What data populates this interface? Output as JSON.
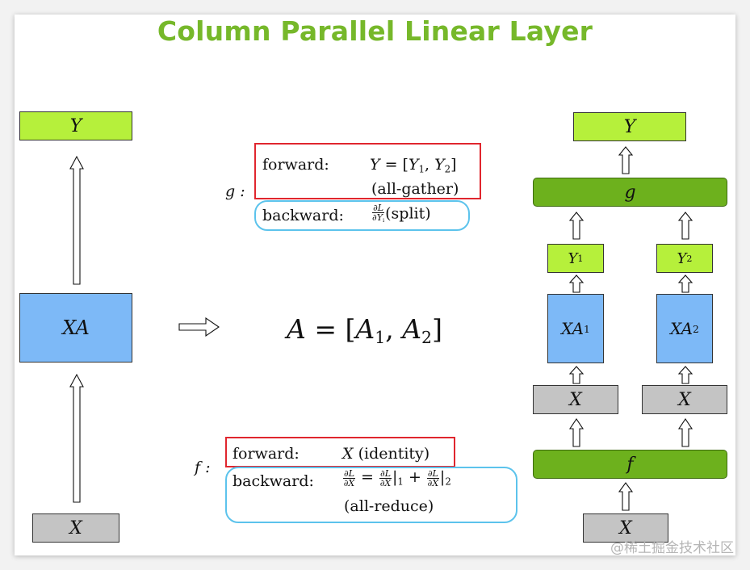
{
  "title": "Column Parallel Linear Layer",
  "left_stack": {
    "top": "Y",
    "middle": "XA",
    "bottom": "X"
  },
  "equation": {
    "lhs": "A",
    "rhs_1": "A",
    "rhs_1_sub": "1",
    "rhs_2": "A",
    "rhs_2_sub": "2"
  },
  "g_block": {
    "label": "g",
    "forward_label": "forward:",
    "forward_expr_lhs": "Y",
    "forward_expr_y1": "Y",
    "forward_expr_y1_sub": "1",
    "forward_expr_y2": "Y",
    "forward_expr_y2_sub": "2",
    "forward_note": "(all-gather)",
    "backward_label": "backward:",
    "backward_num": "∂L",
    "backward_den": "∂Y",
    "backward_den_sub": "i",
    "backward_note": "(split)"
  },
  "f_block": {
    "label": "f",
    "forward_label": "forward:",
    "forward_var": "X",
    "forward_note": "(identity)",
    "backward_label": "backward:",
    "backward_num": "∂L",
    "backward_den": "∂X",
    "backward_sub1": "1",
    "backward_sub2": "2",
    "backward_note": "(all-reduce)"
  },
  "right_stack": {
    "top": "Y",
    "g": "g",
    "y1": "Y",
    "y1_sub": "1",
    "y2": "Y",
    "y2_sub": "2",
    "xa1": "XA",
    "xa1_sub": "1",
    "xa2": "XA",
    "xa2_sub": "2",
    "x_left": "X",
    "x_right": "X",
    "f": "f",
    "bottom": "X"
  },
  "watermark": "@稀土掘金技术社区",
  "colors": {
    "title": "#76b82a",
    "lime": "#b6f03b",
    "blue": "#7db9f7",
    "gray": "#c4c4c4",
    "green": "#6db11d",
    "red_frame": "#e0262e",
    "cyan_frame": "#5cc3ec"
  }
}
